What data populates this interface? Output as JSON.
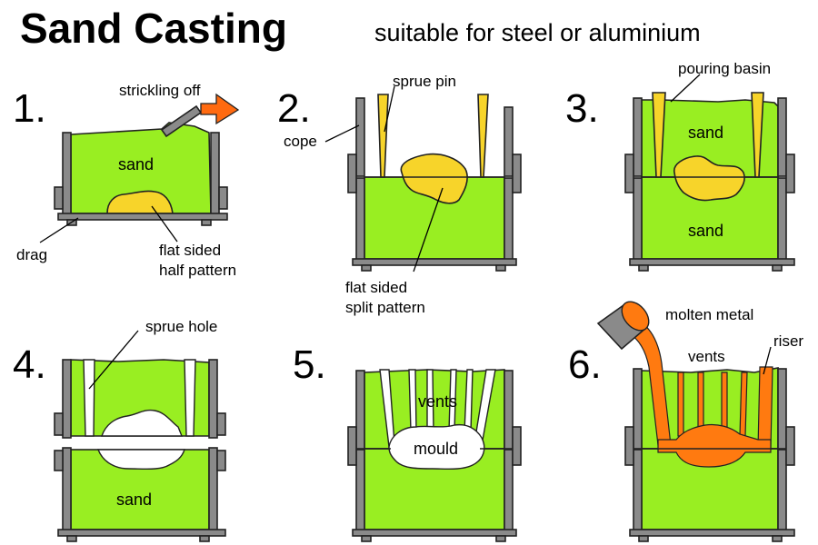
{
  "title": "Sand Casting",
  "subtitle": "suitable for steel or aluminium",
  "steps": [
    "1.",
    "2.",
    "3.",
    "4.",
    "5.",
    "6."
  ],
  "labels": {
    "strickling_off": "strickling off",
    "sand_1": "sand",
    "drag": "drag",
    "half_pattern_line1": "flat sided",
    "half_pattern_line2": "half pattern",
    "sprue_pin": "sprue pin",
    "cope": "cope",
    "split_pattern_line1": "flat sided",
    "split_pattern_line2": "split pattern",
    "pouring_basin": "pouring basin",
    "sand_3_top": "sand",
    "sand_3_bottom": "sand",
    "sprue_hole": "sprue hole",
    "sand_4": "sand",
    "vents_5": "vents",
    "mould": "mould",
    "molten_metal": "molten metal",
    "vents_6": "vents",
    "riser": "riser"
  },
  "colors": {
    "sand": "#99ee22",
    "pattern": "#f7d42a",
    "metal": "#ff7a10",
    "arrow": "#ff6a10",
    "flask": "#8a8a8a"
  }
}
